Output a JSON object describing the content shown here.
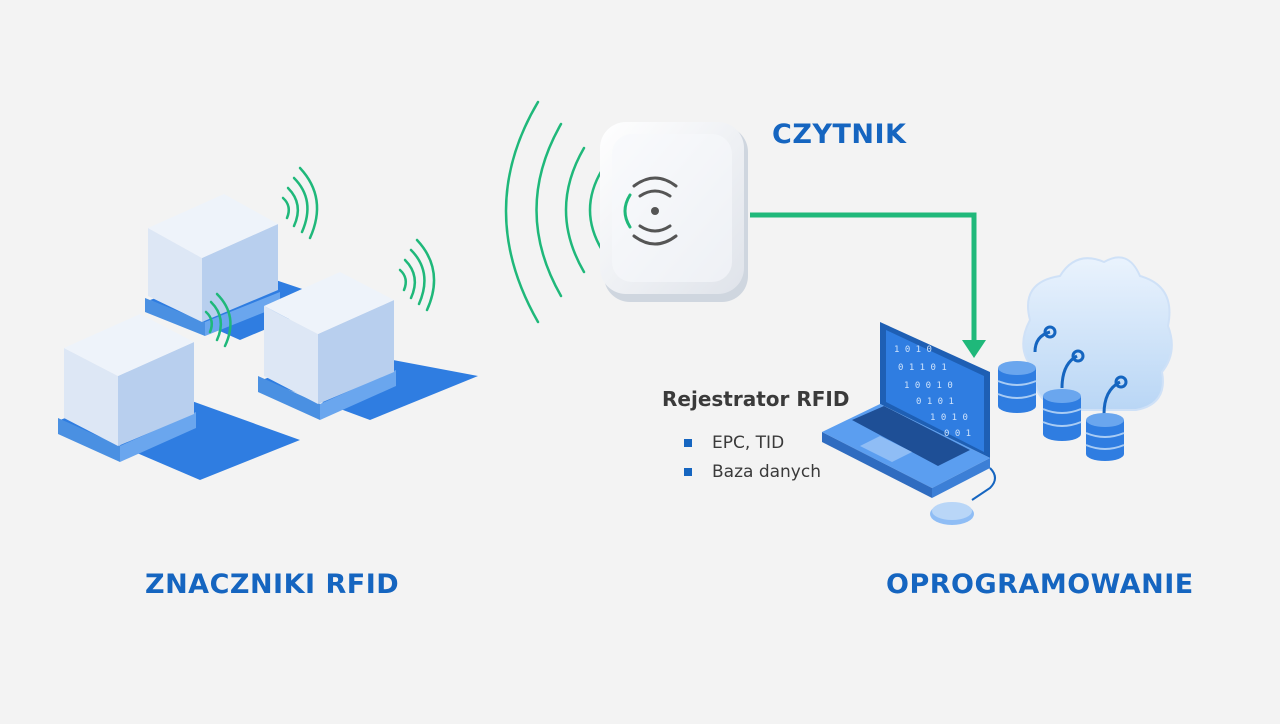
{
  "labels": {
    "reader": "CZYTNIK",
    "tags": "ZNACZNIKI RFID",
    "software": "OPROGRAMOWANIE"
  },
  "registrar": {
    "title": "Rejestrator RFID",
    "items": [
      "EPC, TID",
      "Baza danych"
    ]
  },
  "icons": [
    "pallet-box-icon",
    "rfid-reader-icon",
    "laptop-icon",
    "mouse-icon",
    "cloud-icon",
    "database-icon",
    "signal-waves-icon",
    "arrow-connector"
  ],
  "colors": {
    "background": "#f3f3f3",
    "accent_blue": "#1565c0",
    "signal_green": "#1fb87a",
    "box_top": "#e9eef6",
    "box_side": "#aec6ea",
    "pallet_shadow": "#2f7de1",
    "text_dark": "#3a3a3a"
  }
}
